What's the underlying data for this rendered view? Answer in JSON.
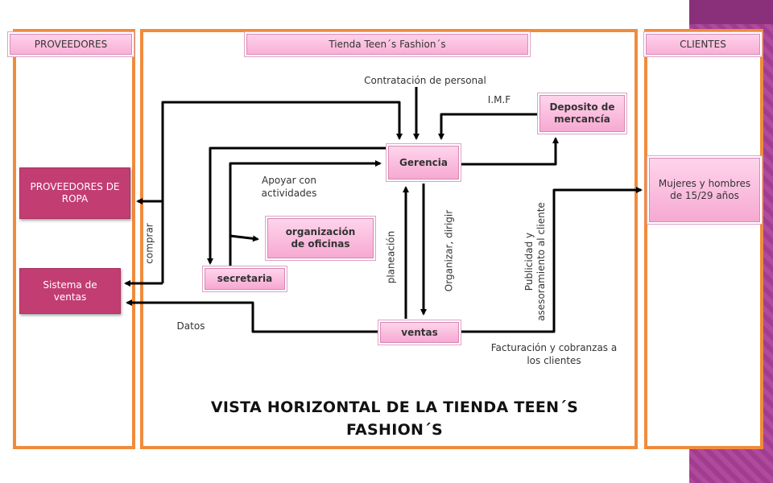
{
  "panels": {
    "proveedores": "PROVEEDORES",
    "tienda": "Tienda Teen´s Fashion´s",
    "clientes": "CLIENTES"
  },
  "nodes": {
    "gerencia": "Gerencia",
    "deposito": "Deposito de mercancía",
    "organizacion": "organización de oficinas",
    "secretaria": "secretaria",
    "ventas": "ventas",
    "proveedores_ropa": "PROVEEDORES DE ROPA",
    "sistema_ventas": "Sistema de ventas",
    "mujeres_hombres": "Mujeres y hombres de 15/29 años"
  },
  "labels": {
    "contratacion": "Contratación de personal",
    "imf": "I.M.F",
    "apoyar": "Apoyar con actividades",
    "comprar": "comprar",
    "planeacion": "planeación",
    "organizar": "Organizar, dirigir",
    "publicidad": "Publicidad y asesoramiento al cliente",
    "datos": "Datos",
    "facturacion": "Facturación y cobranzas a los clientes"
  },
  "title": "VISTA HORIZONTAL DE LA TIENDA TEEN´S FASHION´S",
  "colors": {
    "panel_border": "#f08b3c",
    "box_fill": "#f6a9d2",
    "dark_box": "#c23d72",
    "side_strip": "#a13d8e"
  }
}
